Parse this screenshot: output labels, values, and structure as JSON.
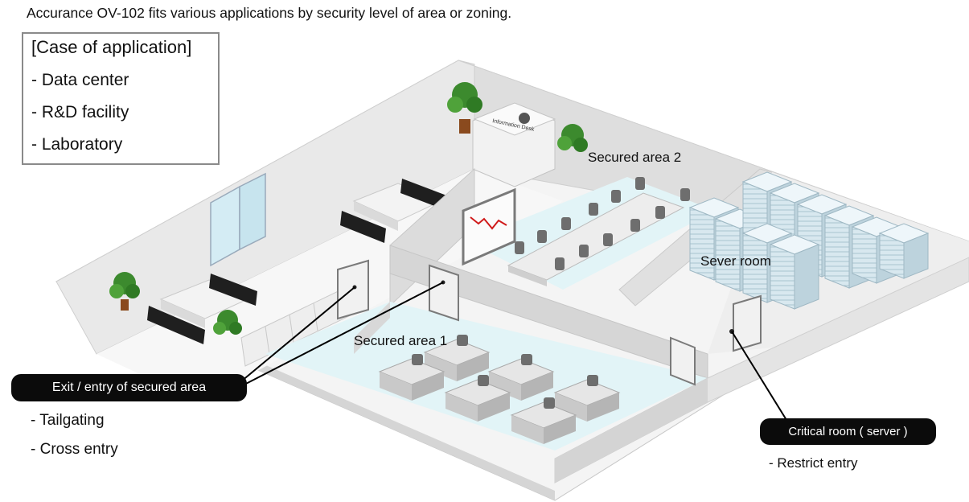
{
  "intro": "Accurance OV-102 fits various applications by security level of area or zoning.",
  "case_box": {
    "title": "[Case of application]",
    "items": [
      "- Data center",
      "- R&D facility",
      "- Laboratory"
    ]
  },
  "area_labels": {
    "secured_area_1": "Secured area 1",
    "secured_area_2": "Secured area 2",
    "server_room": "Sever room"
  },
  "signs": {
    "information_desk": "Information Desk"
  },
  "callouts": {
    "exit_entry": {
      "label": "Exit / entry  of secured area",
      "notes": [
        "- Tailgating",
        "- Cross entry"
      ]
    },
    "critical_room": {
      "label": "Critical room ( server )",
      "notes": [
        "- Restrict  entry"
      ]
    }
  },
  "colors": {
    "callout_bg": "#0b0b0b",
    "floor_tint": "#dff3f6",
    "server_rack": "#cfe3ec",
    "wall": "#e7e7e7"
  }
}
